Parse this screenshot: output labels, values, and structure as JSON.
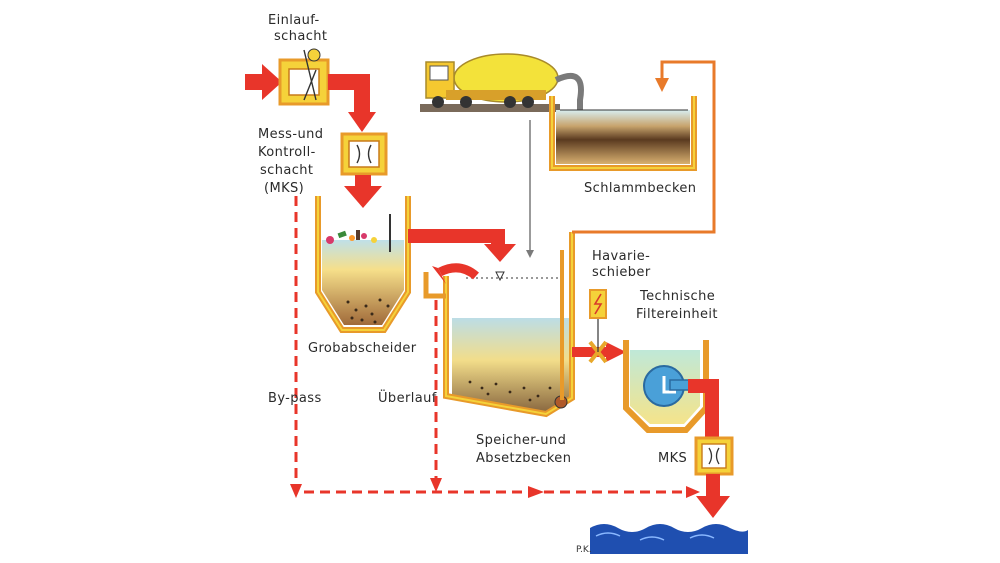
{
  "labels": {
    "einlauf_1": "Einlauf-",
    "einlauf_2": "schacht",
    "mks_1": "Mess-und",
    "mks_2": "Kontroll-",
    "mks_3": "schacht",
    "mks_4": "(MKS)",
    "grobabscheider": "Grobabscheider",
    "bypass": "By-pass",
    "ueberlauf": "Überlauf",
    "speicher_1": "Speicher-und",
    "speicher_2": "Absetzbecken",
    "schlammbecken": "Schlammbecken",
    "havarie_1": "Havarie-",
    "havarie_2": "schieber",
    "filter_1": "Technische",
    "filter_2": "Filtereinheit",
    "mks_bottom": "MKS",
    "signature": "P.K."
  },
  "colors": {
    "flow_red": "#e8352a",
    "tank_orange": "#e89a2a",
    "tank_yellow": "#f5d23a",
    "sludge_brown": "#7a5a38",
    "water_blue": "#1f4fb0",
    "truck_yellow": "#f3e23a",
    "filter_blue": "#4aa0d8"
  }
}
